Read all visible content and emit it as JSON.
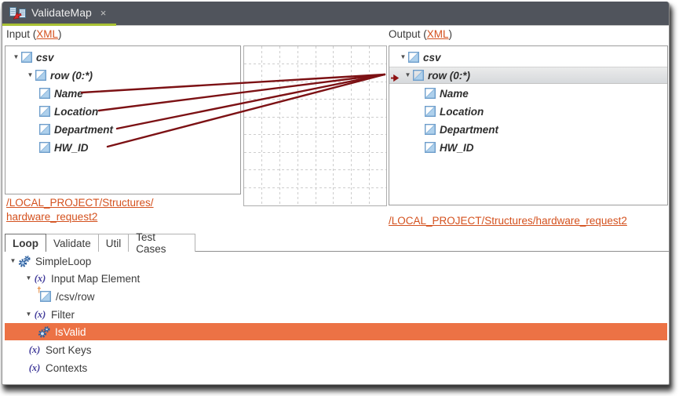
{
  "colors": {
    "tabbar_bg": "#50545c",
    "tab_underline_green": "#a9c234",
    "link_orange": "#d4511e",
    "mapping_line_maroon": "#7c1114",
    "selection_orange": "#ec7245",
    "selection_gray": "#dcdfe2",
    "tree_text": "#2e2e2e"
  },
  "editor_tab": {
    "title": "ValidateMap"
  },
  "icons": {
    "close": "×",
    "expander": "▼",
    "func": "(x)",
    "dagger": "†"
  },
  "input_section": {
    "header_prefix": "Input (",
    "header_link": "XML",
    "header_suffix": ")",
    "link_line1": "/LOCAL_PROJECT/Structures/",
    "link_line2": "hardware_request2",
    "tree": [
      {
        "label": "csv",
        "expanded": true
      },
      {
        "label": "row (0:*)",
        "expanded": true
      },
      {
        "label": "Name"
      },
      {
        "label": "Location"
      },
      {
        "label": "Department"
      },
      {
        "label": "HW_ID"
      }
    ]
  },
  "output_section": {
    "header_prefix": "Output (",
    "header_link": "XML",
    "header_suffix": ")",
    "link": "/LOCAL_PROJECT/Structures/hardware_request2",
    "tree": [
      {
        "label": "csv",
        "expanded": true
      },
      {
        "label": "row (0:*)",
        "expanded": true,
        "selected": true,
        "mapping_target": true
      },
      {
        "label": "Name"
      },
      {
        "label": "Location"
      },
      {
        "label": "Department"
      },
      {
        "label": "HW_ID"
      }
    ]
  },
  "mappings": [
    {
      "from": "Name",
      "to": "row (0:*)"
    },
    {
      "from": "Location",
      "to": "row (0:*)"
    },
    {
      "from": "Department",
      "to": "row (0:*)"
    },
    {
      "from": "HW_ID",
      "to": "row (0:*)"
    }
  ],
  "bottom_tabs": {
    "loop": "Loop",
    "validate": "Validate",
    "util": "Util",
    "test_cases": "Test Cases",
    "active": "Loop"
  },
  "loop_tree": {
    "items": [
      {
        "label": "SimpleLoop",
        "icon": "gears",
        "expanded": true
      },
      {
        "label": "Input Map Element",
        "icon": "func",
        "expanded": true
      },
      {
        "label": "/csv/row",
        "icon": "element-new"
      },
      {
        "label": "Filter",
        "icon": "func",
        "expanded": true
      },
      {
        "label": "IsValid",
        "icon": "gears",
        "selected": true
      },
      {
        "label": "Sort Keys",
        "icon": "func"
      },
      {
        "label": "Contexts",
        "icon": "func"
      }
    ]
  }
}
